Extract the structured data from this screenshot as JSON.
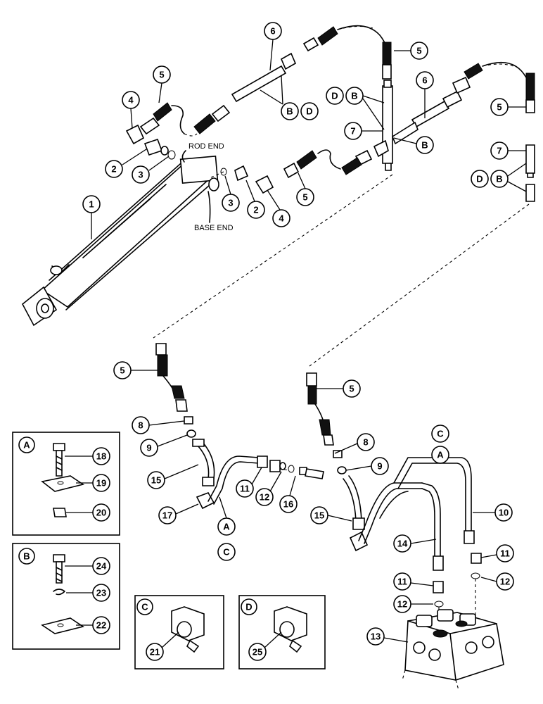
{
  "labels": {
    "rod_end": "ROD END",
    "base_end": "BASE END"
  },
  "callouts": {
    "c1": "1",
    "c2a": "2",
    "c2b": "2",
    "c3a": "3",
    "c3b": "3",
    "c4a": "4",
    "c4b": "4",
    "c5a": "5",
    "c5b": "5",
    "c5c": "5",
    "c5d": "5",
    "c5e": "5",
    "c5f": "5",
    "c6a": "6",
    "c6b": "6",
    "c7a": "7",
    "c7b": "7",
    "c8a": "8",
    "c8b": "8",
    "c9a": "9",
    "c9b": "9",
    "c10": "10",
    "c11a": "11",
    "c11b": "11",
    "c11c": "11",
    "c12a": "12",
    "c12b": "12",
    "c12c": "12",
    "c13": "13",
    "c14": "14",
    "c15a": "15",
    "c15b": "15",
    "c16": "16",
    "c17": "17",
    "c18": "18",
    "c19": "19",
    "c20": "20",
    "c21": "21",
    "c22": "22",
    "c23": "23",
    "c24": "24",
    "c25": "25",
    "lA1": "A",
    "lA2": "A",
    "lA3": "A",
    "lB1": "B",
    "lB2": "B",
    "lB3": "B",
    "lB4": "B",
    "lB5": "B",
    "lC1": "C",
    "lC2": "C",
    "lC3": "C",
    "lD1": "D",
    "lD2": "D",
    "lD3": "D",
    "lD4": "D"
  },
  "insets": {
    "a_title": "A",
    "b_title": "B",
    "c_title": "C",
    "d_title": "D"
  }
}
